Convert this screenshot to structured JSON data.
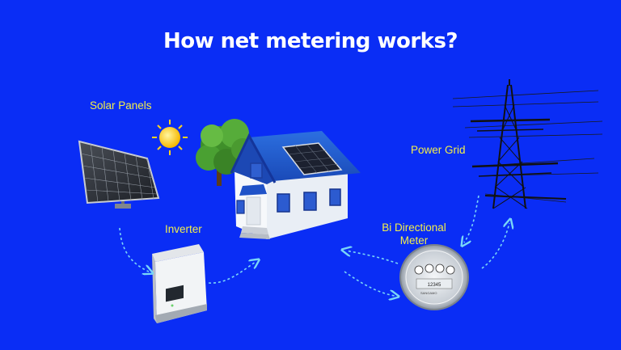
{
  "title": "How net metering works?",
  "labels": {
    "solar_panels": "Solar Panels",
    "inverter": "Inverter",
    "power_grid": "Power Grid",
    "meter_line1": "Bi Directional",
    "meter_line2": "Meter"
  },
  "colors": {
    "background": "#0a2df5",
    "title": "#ffffff",
    "label": "#f3ef4a",
    "arrow": "#79d6f7"
  },
  "meter_face_text": {
    "brand": "SANGAMO",
    "reading": "12345"
  }
}
